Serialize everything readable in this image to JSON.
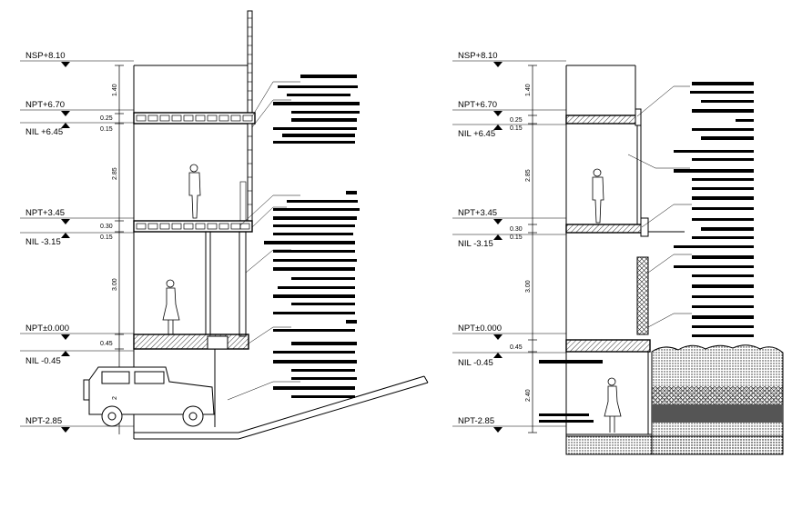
{
  "section_left": {
    "levels": [
      {
        "label": "NSP+8.10"
      },
      {
        "label": "NPT+6.70"
      },
      {
        "label": "NIL  +6.45"
      },
      {
        "label": "NPT+3.45"
      },
      {
        "label": "NIL  -3.15"
      },
      {
        "label": "NPT±0.000"
      },
      {
        "label": "NIL  -0.45"
      },
      {
        "label": "NPT-2.85"
      }
    ],
    "dims": [
      "1.40",
      "0.25",
      "0.15",
      "2.85",
      "0.30",
      "0.15",
      "3.00",
      "0.45",
      "2"
    ]
  },
  "section_right": {
    "levels": [
      {
        "label": "NSP+8.10"
      },
      {
        "label": "NPT+6.70"
      },
      {
        "label": "NIL  +6.45"
      },
      {
        "label": "NPT+3.45"
      },
      {
        "label": "NIL  -3.15"
      },
      {
        "label": "NPT±0.000"
      },
      {
        "label": "NIL  -0.45"
      },
      {
        "label": "NPT-2.85"
      }
    ],
    "dims": [
      "1.40",
      "0.25",
      "0.15",
      "2.85",
      "0.30",
      "0.15",
      "3.00",
      "0.45",
      "2.40"
    ]
  },
  "colors": {
    "line": "#000000",
    "hatch": "#555555",
    "background": "#ffffff"
  }
}
